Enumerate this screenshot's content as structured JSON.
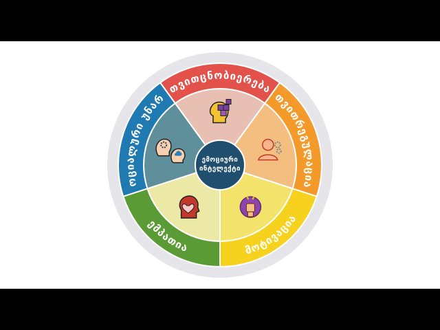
{
  "diagram": {
    "center": {
      "line1": "ემოციური",
      "line2": "ინტელექტი",
      "color": "#1f4e6e"
    },
    "segments": [
      {
        "id": "self-awareness",
        "label": "თვითცნობიერება",
        "outer_color": "#e3524a",
        "inner_color": "#e8bfb3",
        "icon": "head-puzzle-icon"
      },
      {
        "id": "self-regulation",
        "label": "თვითრეგულაცია",
        "outer_color": "#f39a2b",
        "inner_color": "#f4be80",
        "icon": "woman-gears-icon"
      },
      {
        "id": "motivation",
        "label": "მოტივაცია",
        "outer_color": "#f6d21e",
        "inner_color": "#f3e36a",
        "icon": "raised-fist-icon"
      },
      {
        "id": "empathy",
        "label": "ემპათია",
        "outer_color": "#5a9b35",
        "inner_color": "#ece9a6",
        "icon": "head-heart-icon"
      },
      {
        "id": "social-skills",
        "label": "სოციალური უნარი",
        "outer_color": "#1e7ab0",
        "inner_color": "#5e8f9a",
        "icon": "two-heads-gears-icon"
      }
    ],
    "ring_color": "#e6e6ea"
  }
}
